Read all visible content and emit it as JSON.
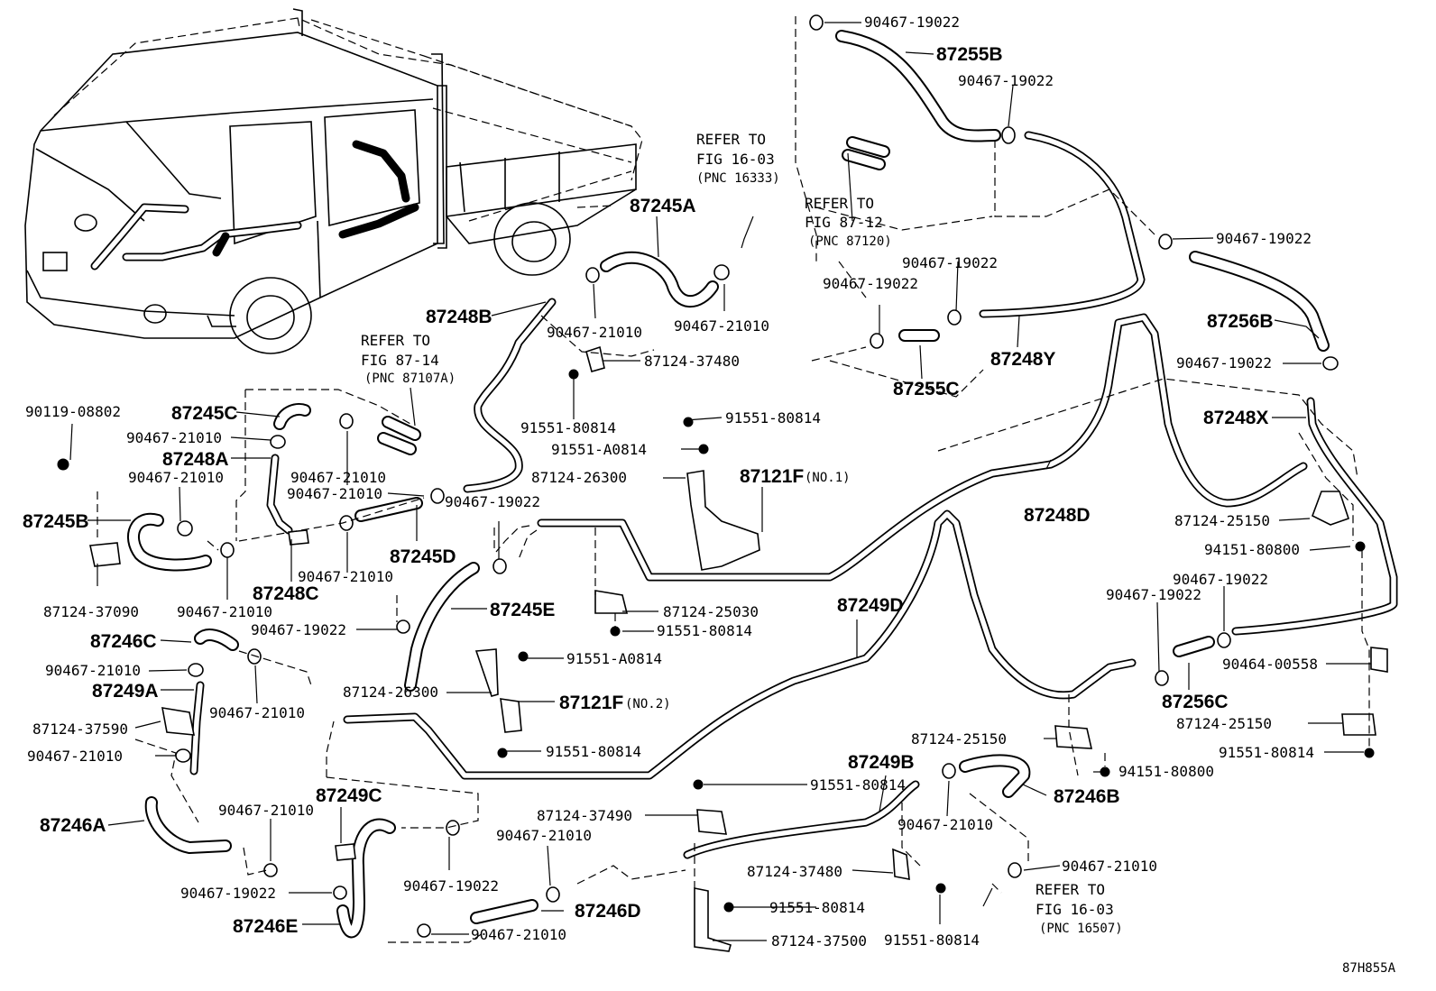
{
  "diagram_code": "87H855A",
  "labels": {
    "p1": "90467-19022",
    "p2": "87255B",
    "p3": "90467-19022",
    "p4": "90467-19022",
    "p5": "87256B",
    "p6": "90467-19022",
    "p7": "87248X",
    "p8": "87124-25150",
    "p9": "94151-80800",
    "p10": "90467-19022",
    "p11": "90467-19022",
    "p12": "90464-00558",
    "p13": "87256C",
    "p14": "87124-25150",
    "p15": "91551-80814",
    "p16": "94151-80800",
    "p17": "87124-25150",
    "p18": "87248D",
    "p19": "87249D",
    "p20": "87249B",
    "p21": "87246B",
    "p22": "90467-21010",
    "p23": "90467-21010",
    "p24": "87124-37480",
    "p25": "91551-80814",
    "p26": "91551-80814",
    "p27": "87124-37500",
    "p28": "87124-37490",
    "p29": "91551-80814",
    "p30": "90467-19022",
    "p31": "90467-19022",
    "p32": "87248Y",
    "p33": "87255C",
    "p34": "87245A",
    "p35": "90467-21010",
    "p36": "90467-21010",
    "p37": "87124-37480",
    "p38": "91551-80814",
    "p39": "87248B",
    "p40": "91551-80814",
    "p41": "91551-A0814",
    "p42": "87124-26300",
    "p43": "87121F",
    "p44": "(NO.1)",
    "p45": "87124-25030",
    "p46": "91551-80814",
    "p47": "91551-A0814",
    "p48": "87124-26300",
    "p49": "87121F",
    "p50": "(NO.2)",
    "p51": "91551-80814",
    "p52": "87245E",
    "p53": "90467-19022",
    "p54": "90467-19022",
    "p55": "87245D",
    "p56": "90467-21010",
    "p57": "90467-21010",
    "p58": "90467-21010",
    "p59": "87248C",
    "p60": "87245C",
    "p61": "90467-21010",
    "p62": "87248A",
    "p63": "90467-21010",
    "p64": "90119-08802",
    "p65": "87245B",
    "p66": "87124-37090",
    "p67": "90467-21010",
    "p68": "87246C",
    "p69": "90467-21010",
    "p70": "87249A",
    "p71": "90467-21010",
    "p72": "87124-37590",
    "p73": "90467-21010",
    "p74": "87246A",
    "p75": "90467-21010",
    "p76": "87249C",
    "p77": "90467-19022",
    "p78": "87246E",
    "p79": "90467-19022",
    "p80": "90467-21010",
    "p81": "87246D",
    "p82": "90467-21010"
  },
  "refers": {
    "r1": [
      "REFER TO",
      "FIG 16-03",
      "(PNC 16333)"
    ],
    "r2": [
      "REFER TO",
      "FIG 87-12",
      "(PNC 87120)"
    ],
    "r3": [
      "REFER TO",
      "FIG 87-14",
      "(PNC 87107A)"
    ],
    "r4": [
      "REFER TO",
      "FIG 16-03",
      "(PNC 16507)"
    ]
  }
}
